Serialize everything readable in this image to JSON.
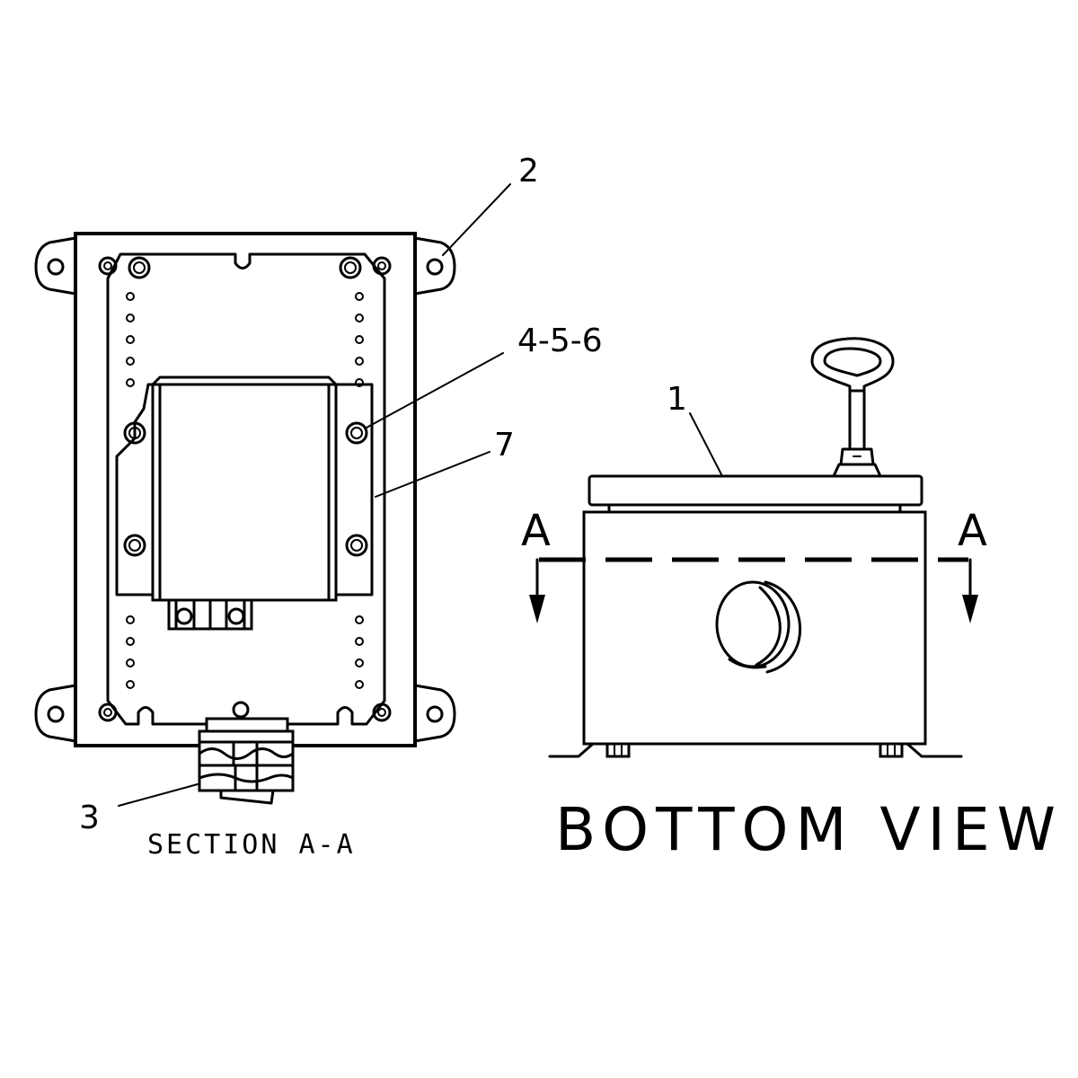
{
  "callouts": {
    "item_1": "1",
    "item_2": "2",
    "item_3": "3",
    "item_4_5_6": "4-5-6",
    "item_7": "7"
  },
  "section_markers": {
    "left": "A",
    "right": "A"
  },
  "captions": {
    "left_view": "SECTION A-A",
    "right_view": "BOTTOM VIEW"
  }
}
